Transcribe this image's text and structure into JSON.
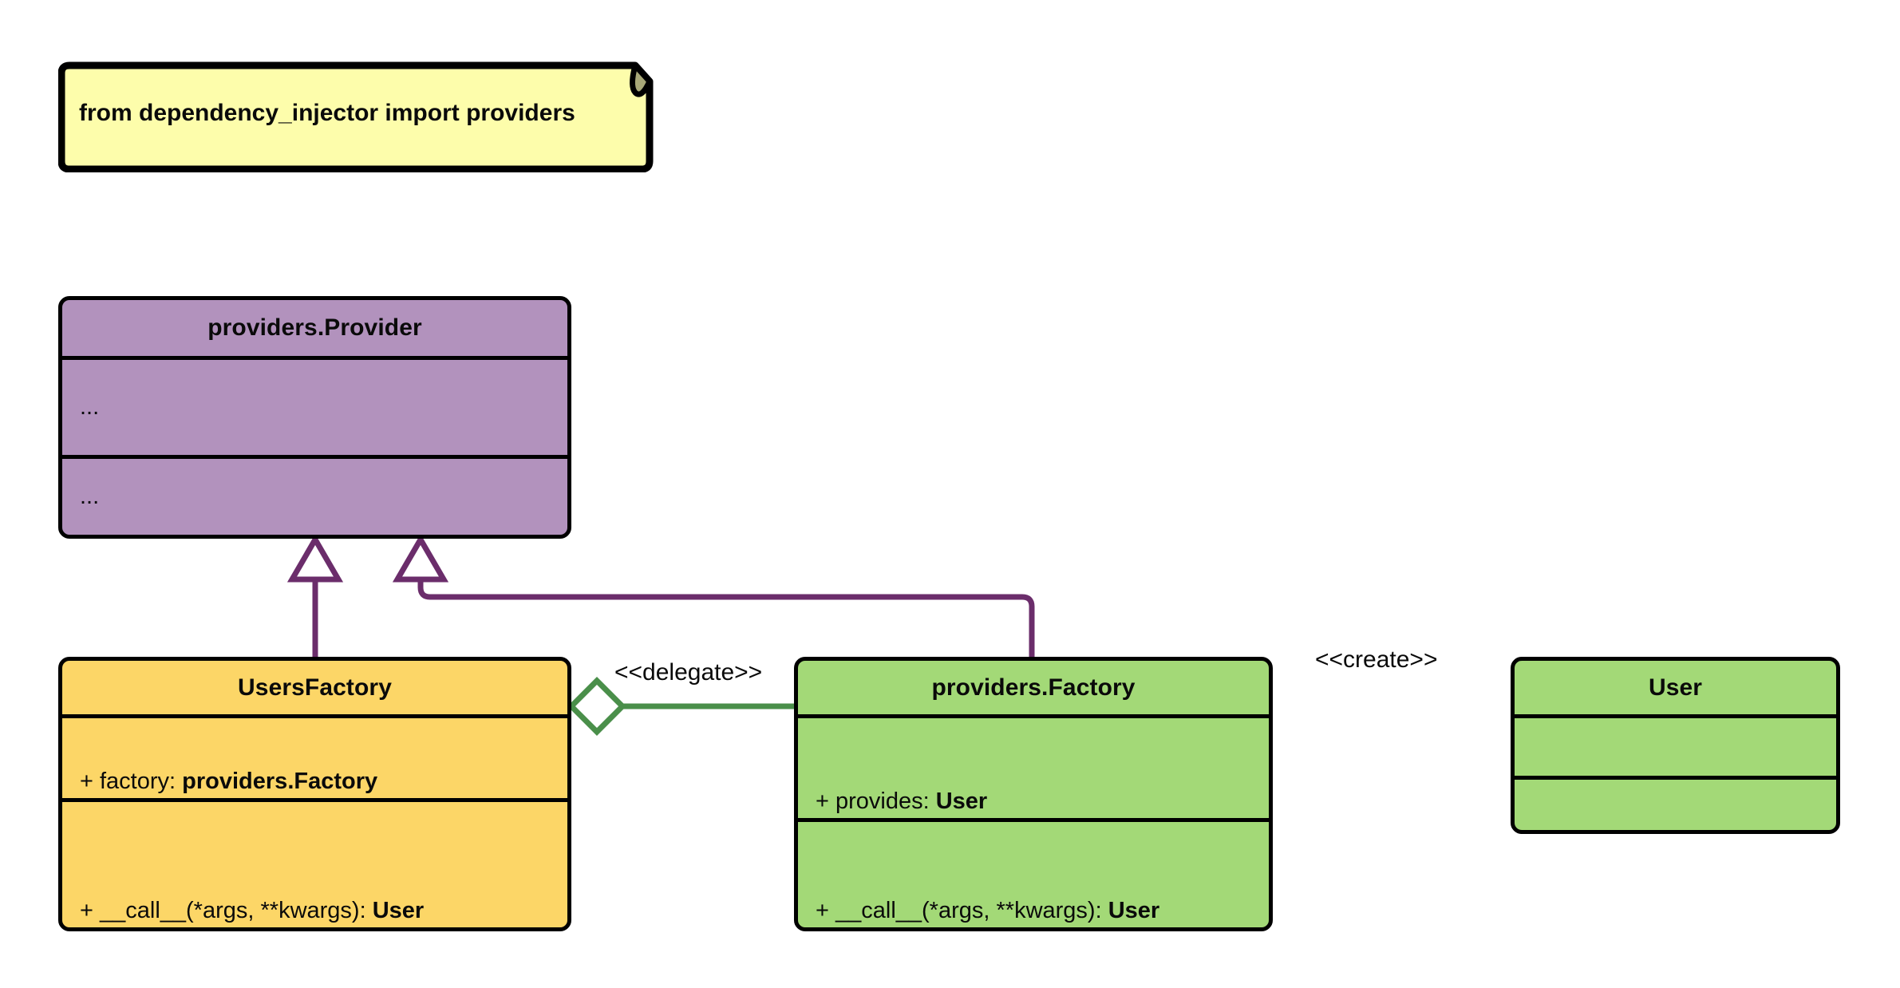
{
  "diagram": {
    "kind": "uml-class-diagram",
    "background": "#ffffff",
    "palette": {
      "note_fill": "#fdfdab",
      "note_fold": "#a8a878",
      "provider_fill": "#b292bd",
      "usersfactory_fill": "#fcd667",
      "factory_fill": "#a3d977",
      "user_fill": "#a3d977",
      "border": "#000000",
      "inheritance_edge": "#6b2d6b",
      "association_edge": "#4a8f4a"
    }
  },
  "note": {
    "name": "import-note",
    "text": "from dependency_injector import providers"
  },
  "classes": {
    "provider": {
      "title": "providers.Provider",
      "attributes": "...",
      "operations": "..."
    },
    "usersfactory": {
      "title": "UsersFactory",
      "attribute": {
        "visibility": "+",
        "label": "factory:",
        "type": "providers.Factory"
      },
      "operation": {
        "visibility": "+",
        "label": "__call__(*args, **kwargs):",
        "type": "User"
      }
    },
    "factory": {
      "title": "providers.Factory",
      "attribute": {
        "visibility": "+",
        "label": "provides:",
        "type": "User"
      },
      "operation": {
        "visibility": "+",
        "label": "__call__(*args, **kwargs):",
        "type": "User"
      }
    },
    "user": {
      "title": "User",
      "attributes": "",
      "operations": ""
    }
  },
  "relationships": [
    {
      "id": "usersfactory-inherits-provider",
      "kind": "generalization",
      "from": "UsersFactory",
      "to": "providers.Provider",
      "label": "",
      "color": "#6b2d6b",
      "style": "solid",
      "head": "hollow-triangle"
    },
    {
      "id": "factory-inherits-provider",
      "kind": "generalization",
      "from": "providers.Factory",
      "to": "providers.Provider",
      "label": "",
      "color": "#6b2d6b",
      "style": "solid",
      "head": "hollow-triangle"
    },
    {
      "id": "usersfactory-delegates-factory",
      "kind": "aggregation",
      "from": "UsersFactory",
      "to": "providers.Factory",
      "label": "<<delegate>>",
      "color": "#4a8f4a",
      "style": "solid",
      "head": "hollow-diamond"
    },
    {
      "id": "factory-creates-user",
      "kind": "dependency",
      "from": "providers.Factory",
      "to": "User",
      "label": "<<create>>",
      "color": "#4a8f4a",
      "style": "dashed",
      "head": "open-arrow"
    }
  ]
}
